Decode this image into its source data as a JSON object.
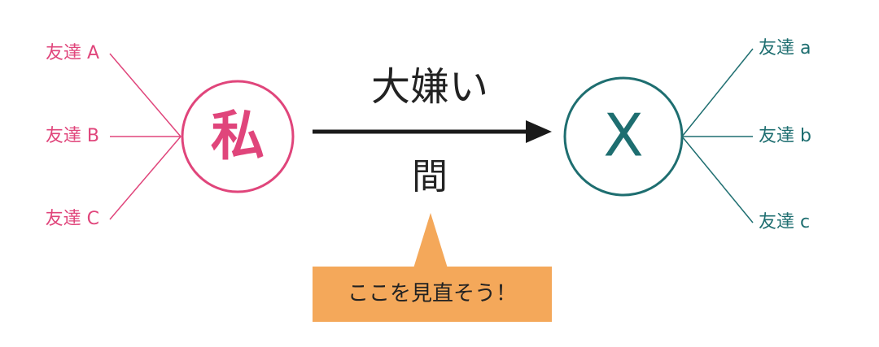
{
  "colors": {
    "left": "#e0457b",
    "right": "#1e6e70",
    "arrow": "#1a1a1a",
    "callout": "#f4a85a",
    "text": "#222222"
  },
  "left": {
    "node": "私",
    "friends": [
      "友達 A",
      "友達 B",
      "友達 C"
    ]
  },
  "right": {
    "node": "X",
    "friends": [
      "友達 a",
      "友達 b",
      "友達 c"
    ]
  },
  "relation": {
    "label": "大嫌い",
    "middle": "間"
  },
  "callout": {
    "text": "ここを見直そう！"
  }
}
